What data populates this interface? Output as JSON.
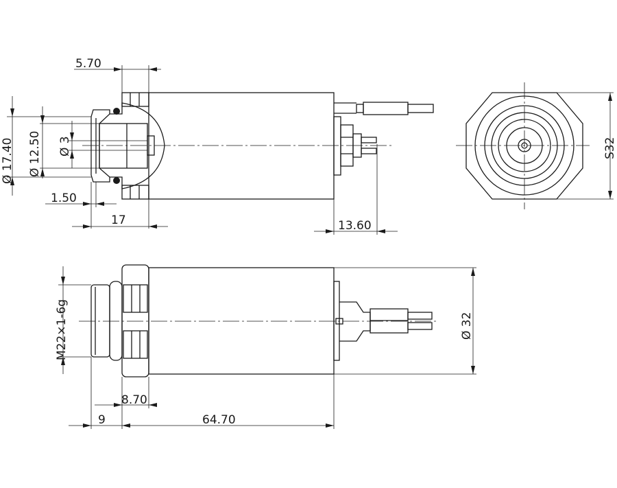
{
  "drawing": {
    "title": "Pressure sensor dimension drawing",
    "dimensions": {
      "flange_width": "5.70",
      "outer_diameter_seal": "Ø 17.40",
      "inner_diameter": "Ø 12.50",
      "bore_diameter": "Ø 3",
      "chamfer": "1.50",
      "fitting_length": "17",
      "connector_length": "13.60",
      "hex_size": "S32",
      "thread": "M22×1-6g",
      "body_diameter": "Ø 32",
      "nut_width": "8.70",
      "thread_length": "9",
      "body_length": "64.70"
    }
  }
}
